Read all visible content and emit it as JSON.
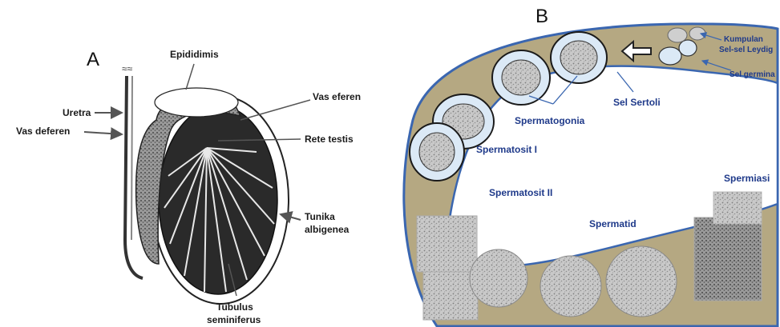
{
  "panel_a": {
    "letter": "A",
    "labels": {
      "uretra": "Uretra",
      "vas_deferen": "Vas deferen",
      "epididimis": "Epididimis",
      "vas_eferen": "Vas eferen",
      "rete_testis": "Rete testis",
      "tunika_1": "Tunika",
      "tunika_2": "albigenea",
      "tubulus_1": "Tubulus",
      "tubulus_2": "seminiferus"
    }
  },
  "panel_b": {
    "letter": "B",
    "labels": {
      "kumpulan_1": "Kumpulan",
      "kumpulan_2": "Sel-sel Leydig",
      "sel_germina": "Sel germina",
      "sel_sertoli": "Sel Sertoli",
      "spermatogonia": "Spermatogonia",
      "spermatosit_1": "Spermatosit I",
      "spermatosit_2": "Spermatosit II",
      "spermatid": "Spermatid",
      "spermiasi": "Spermiasi"
    }
  },
  "colors": {
    "tubule_wall": "#3a66b0",
    "sertoli": "#b5a882",
    "cell_fill": "#dbe9f6",
    "label_blue": "#1f3a8a"
  }
}
